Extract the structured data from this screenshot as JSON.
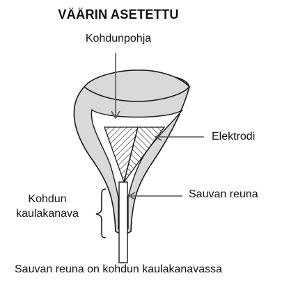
{
  "diagram": {
    "title": "VÄÄRIN ASETETTU",
    "labels": {
      "fundus": "Kohdunpohja",
      "electrode": "Elektrodi",
      "rod_edge": "Sauvan reuna",
      "cervical_canal": "Kohdun kaulakanava",
      "caption": "Sauvan reuna on kohdun kaulakanavassa"
    },
    "colors": {
      "tissue_fill": "#d9d9d9",
      "outline": "#1a1a1a",
      "leader_line": "#555555",
      "cavity_fill": "#ffffff"
    }
  }
}
